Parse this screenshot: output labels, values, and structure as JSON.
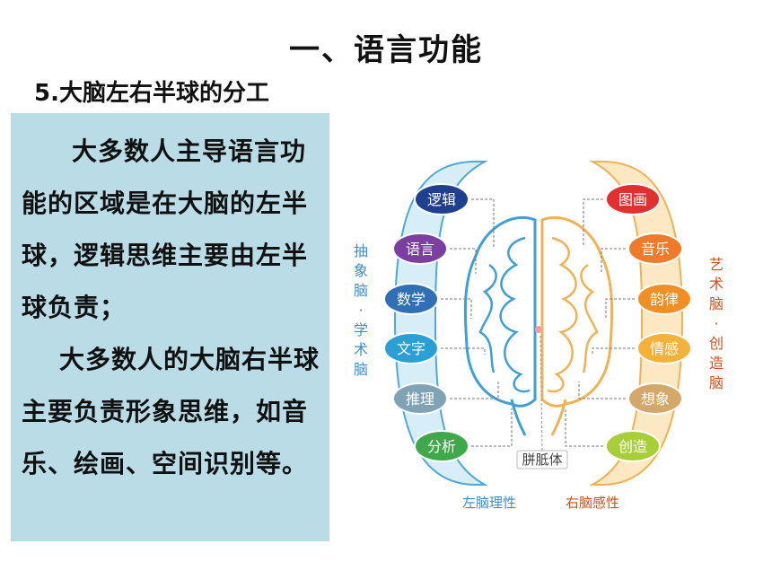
{
  "header": {
    "title": "一、语言功能",
    "subtitle": "5.大脑左右半球的分工"
  },
  "text_panel": {
    "paragraph1": "大多数人主导语言功能的区域是在大脑的左半球，逻辑思维主要由左半球负责；",
    "paragraph2": "大多数人的大脑右半球主要负责形象思维，如音乐、绘画、空间识别等。"
  },
  "diagram": {
    "left_side_label": "抽象脑·学术脑",
    "right_side_label": "艺术脑·创造脑",
    "left_bottom_label": "左脑理性",
    "right_bottom_label": "右脑感性",
    "center_label": "胼胝体",
    "left_items": [
      {
        "label": "逻辑",
        "color": "#1f3f8f"
      },
      {
        "label": "语言",
        "color": "#7b3fa0"
      },
      {
        "label": "数学",
        "color": "#2f6fb5"
      },
      {
        "label": "文字",
        "color": "#2a9fd6"
      },
      {
        "label": "推理",
        "color": "#7fa3b5"
      },
      {
        "label": "分析",
        "color": "#3fa84a"
      }
    ],
    "right_items": [
      {
        "label": "图画",
        "color": "#e03030"
      },
      {
        "label": "音乐",
        "color": "#f07a2a"
      },
      {
        "label": "韵律",
        "color": "#f08f25"
      },
      {
        "label": "情感",
        "color": "#f5b23a"
      },
      {
        "label": "想象",
        "color": "#d4a86a"
      },
      {
        "label": "创造",
        "color": "#a8cf3a"
      }
    ],
    "colors": {
      "left_band": "#d7eef8",
      "left_band_border": "#4fa8d8",
      "right_band": "#fde8c4",
      "right_band_border": "#f0b255",
      "left_brain": "#3f9fd6",
      "right_brain": "#f0b255",
      "side_text_left": "#3a8fc8",
      "side_text_right": "#d0501f"
    }
  }
}
